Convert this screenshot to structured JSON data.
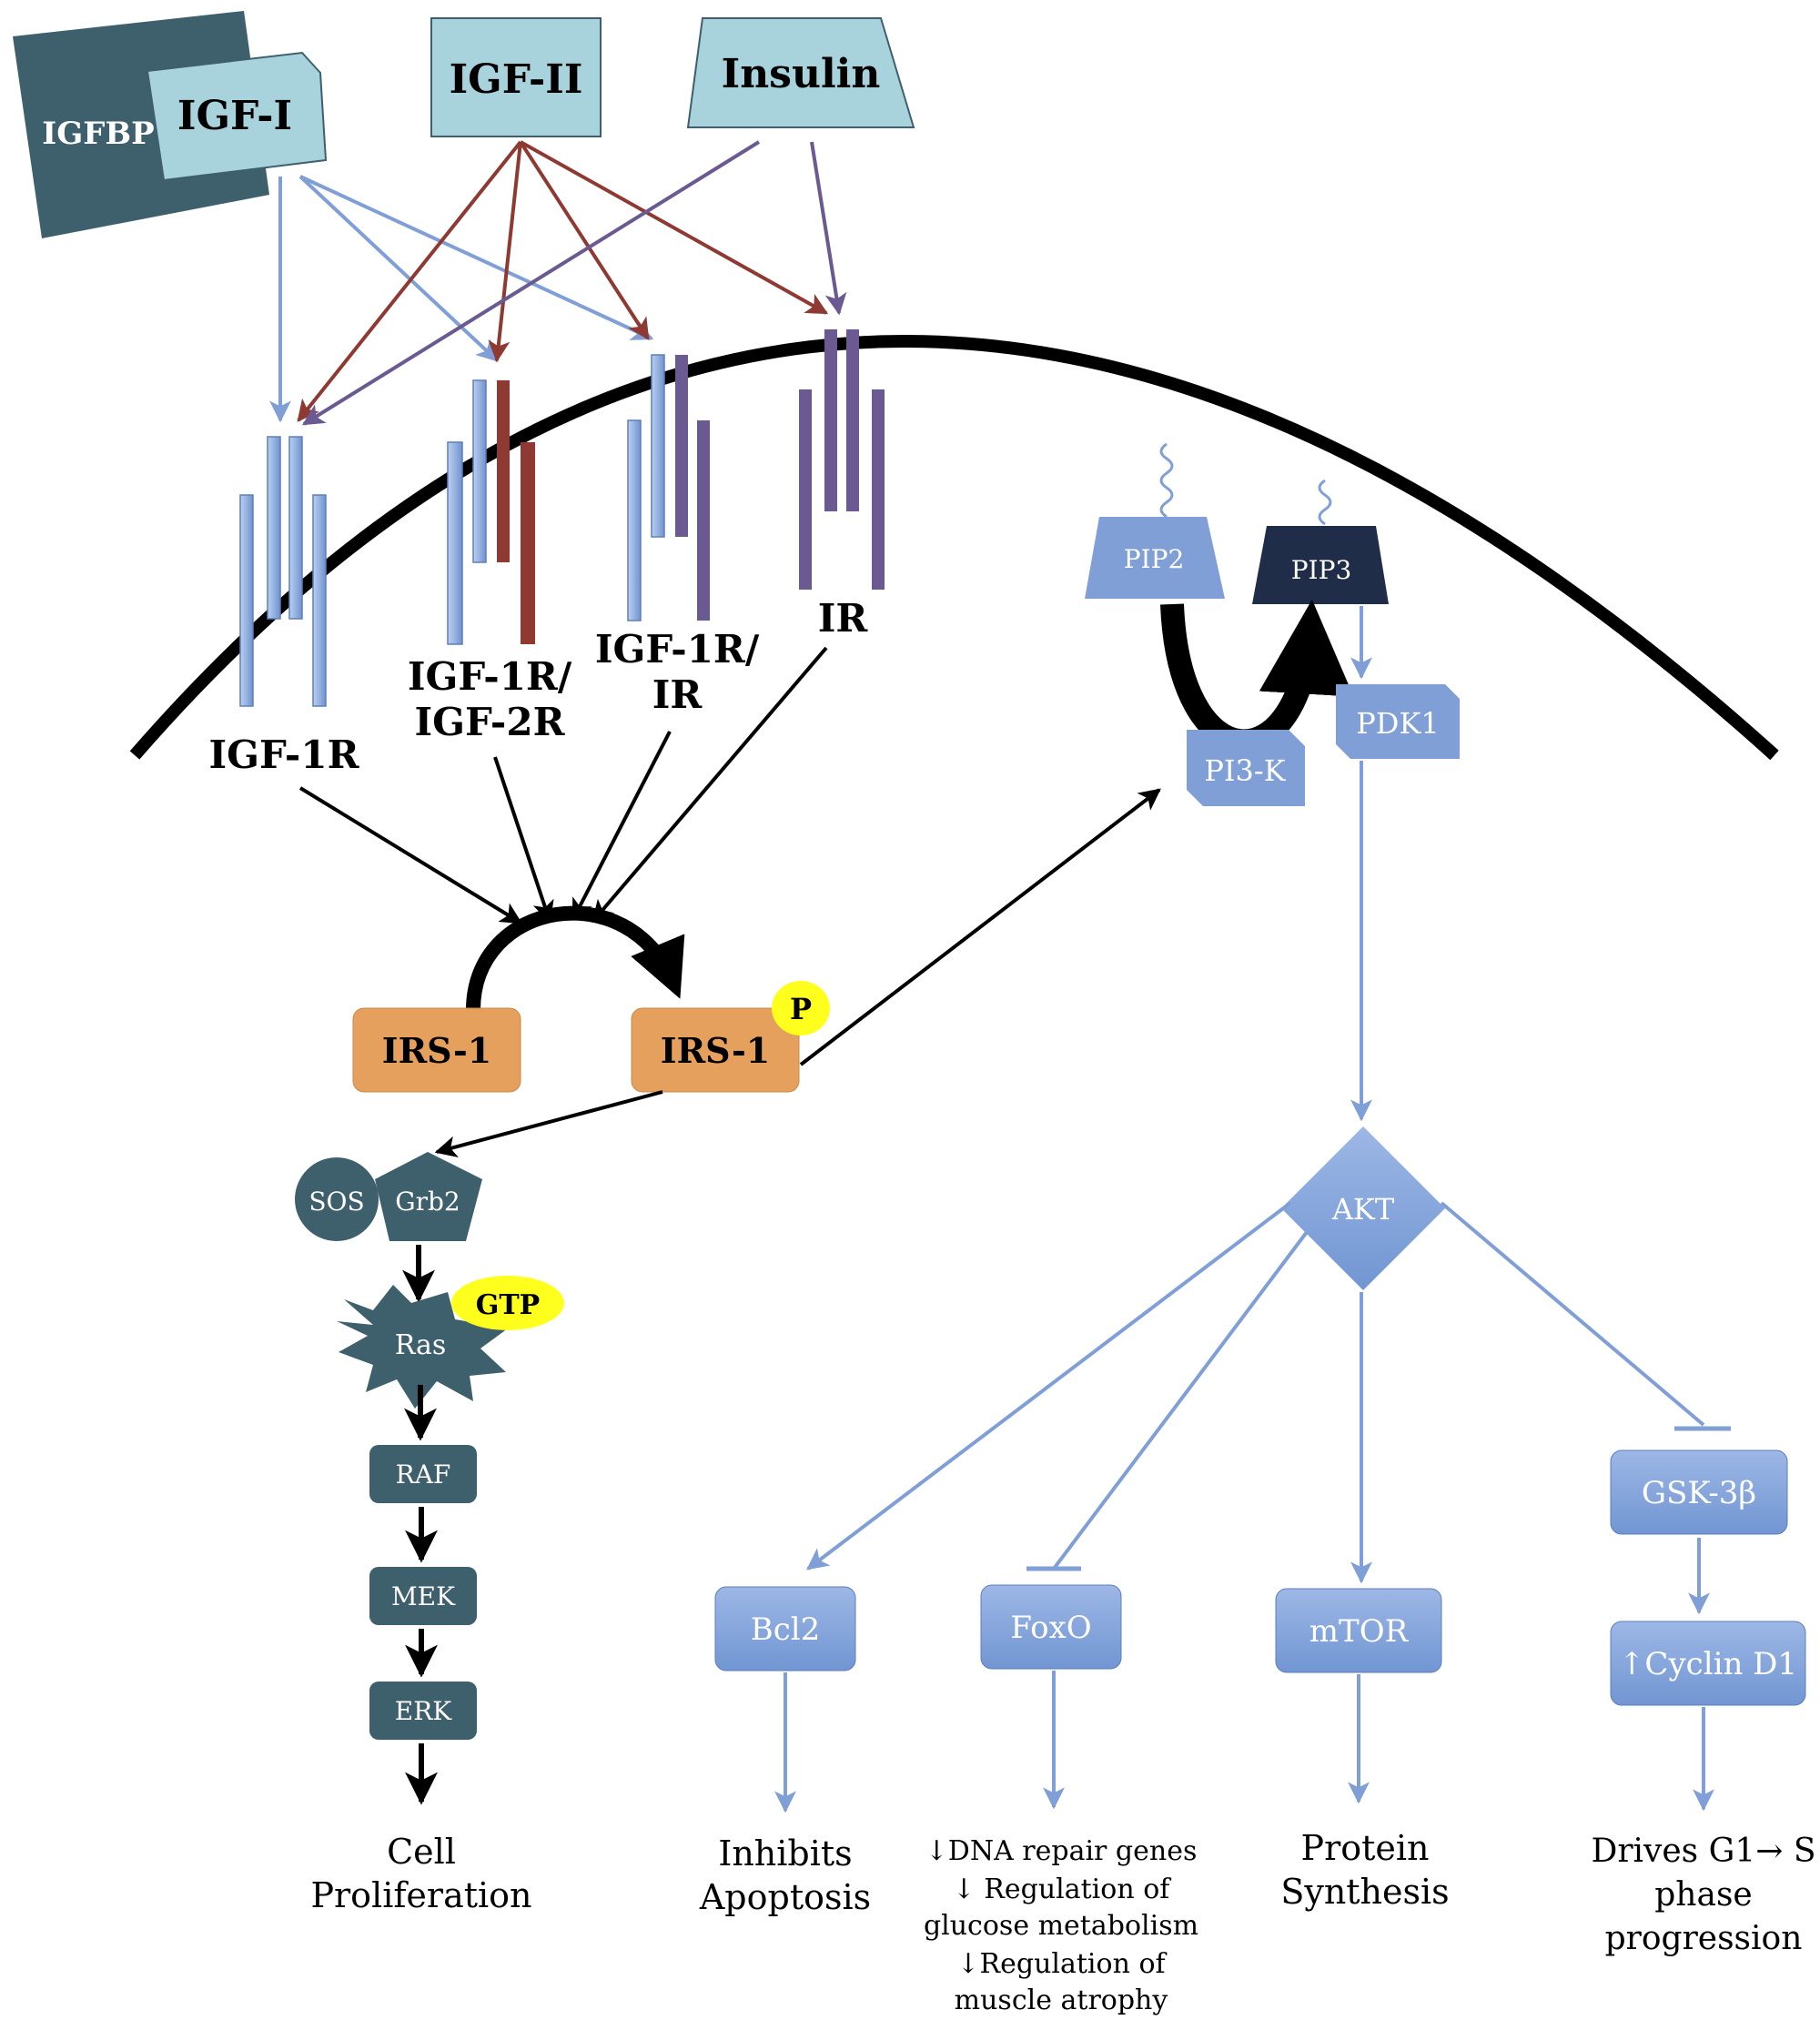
{
  "ligands": {
    "igfbp": "IGFBP",
    "igf1": "IGF-I",
    "igf2": "IGF-II",
    "insulin": "Insulin"
  },
  "receptors": {
    "igf1r": "IGF-1R",
    "igf1r_igf2r_line1": "IGF-1R/",
    "igf1r_igf2r_line2": "IGF-2R",
    "igf1r_ir_line1": "IGF-1R/",
    "igf1r_ir_line2": "IR",
    "ir": "IR"
  },
  "membrane": {
    "pip2": "PIP2",
    "pip3": "PIP3",
    "pi3k": "PI3-K",
    "pdk1": "PDK1"
  },
  "irs": {
    "irs1": "IRS-1",
    "irs1_phos": "IRS-1",
    "phospho": "P"
  },
  "mapk": {
    "sos": "SOS",
    "grb2": "Grb2",
    "ras": "Ras",
    "gtp": "GTP",
    "raf": "RAF",
    "mek": "MEK",
    "erk": "ERK",
    "outcome_line1": "Cell",
    "outcome_line2": "Proliferation"
  },
  "akt_pathway": {
    "akt": "AKT",
    "bcl2": "Bcl2",
    "foxo": "FoxO",
    "mtor": "mTOR",
    "gsk3b": "GSK-3β",
    "cyclin": "↑Cyclin D1"
  },
  "outcomes": {
    "apoptosis_line1": "Inhibits",
    "apoptosis_line2": "Apoptosis",
    "foxo_line1": "↓DNA repair genes",
    "foxo_line2": "↓ Regulation of",
    "foxo_line3": "glucose metabolism",
    "foxo_line4": "↓Regulation of",
    "foxo_line5": "muscle atrophy",
    "protein_line1": "Protein",
    "protein_line2": "Synthesis",
    "cycle_line1": "Drives G1→ S",
    "cycle_line2": "phase",
    "cycle_line3": "progression"
  },
  "colors": {
    "light_blue": "#7f9fd6",
    "dark_teal": "#3e5f6c",
    "pale_cyan": "#a9d3dc",
    "brick_red": "#8e3a33",
    "purple": "#6b5a91",
    "orange": "#e5a05d",
    "yellow": "#ffff1e",
    "navy": "#1f2d48"
  }
}
